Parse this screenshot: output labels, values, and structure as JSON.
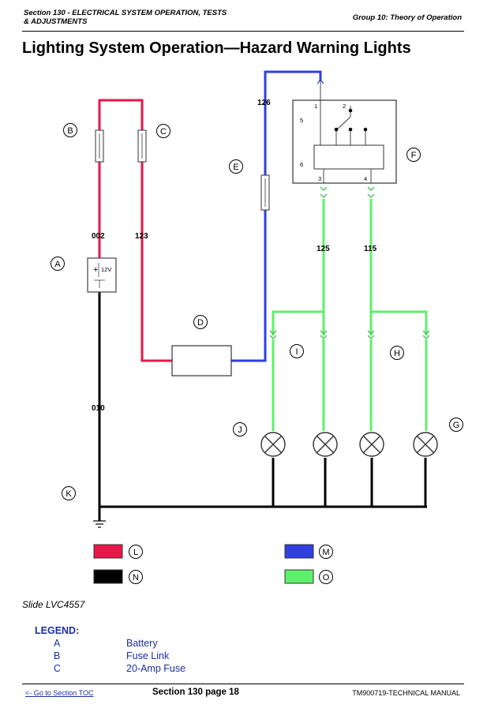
{
  "header": {
    "section_line1": "Section 130 - ELECTRICAL SYSTEM OPERATION, TESTS",
    "section_line2": "& ADJUSTMENTS",
    "group": "Group 10: Theory of Operation"
  },
  "title": "Lighting System Operation—Hazard Warning Lights",
  "diagram": {
    "callouts": {
      "A": "A",
      "B": "B",
      "C": "C",
      "D": "D",
      "E": "E",
      "F": "F",
      "G": "G",
      "H": "H",
      "I": "I",
      "J": "J",
      "K": "K",
      "L": "L",
      "M": "M",
      "N": "N",
      "O": "O"
    },
    "wires": {
      "w002": "002",
      "w123": "123",
      "w126": "126",
      "w010": "010",
      "w125": "125",
      "w115": "115"
    },
    "battery_label": "12V",
    "battery_plus": "+",
    "flasher_pins": {
      "p1": "1",
      "p2": "2",
      "p3": "3",
      "p4": "4",
      "p5": "5",
      "p6": "6"
    },
    "colors": {
      "red": "#e8174a",
      "blue": "#2f3fe0",
      "green": "#5ef06a",
      "black": "#000000"
    }
  },
  "slide": "Slide LVC4557",
  "legend": {
    "title": "LEGEND:",
    "items": [
      {
        "letter": "A",
        "text": "Battery"
      },
      {
        "letter": "B",
        "text": "Fuse Link"
      },
      {
        "letter": "C",
        "text": "20-Amp Fuse"
      }
    ]
  },
  "footer": {
    "link": "<- Go to Section TOC",
    "page": "Section 130 page 18",
    "manual": "TM900719-TECHNICAL MANUAL"
  }
}
